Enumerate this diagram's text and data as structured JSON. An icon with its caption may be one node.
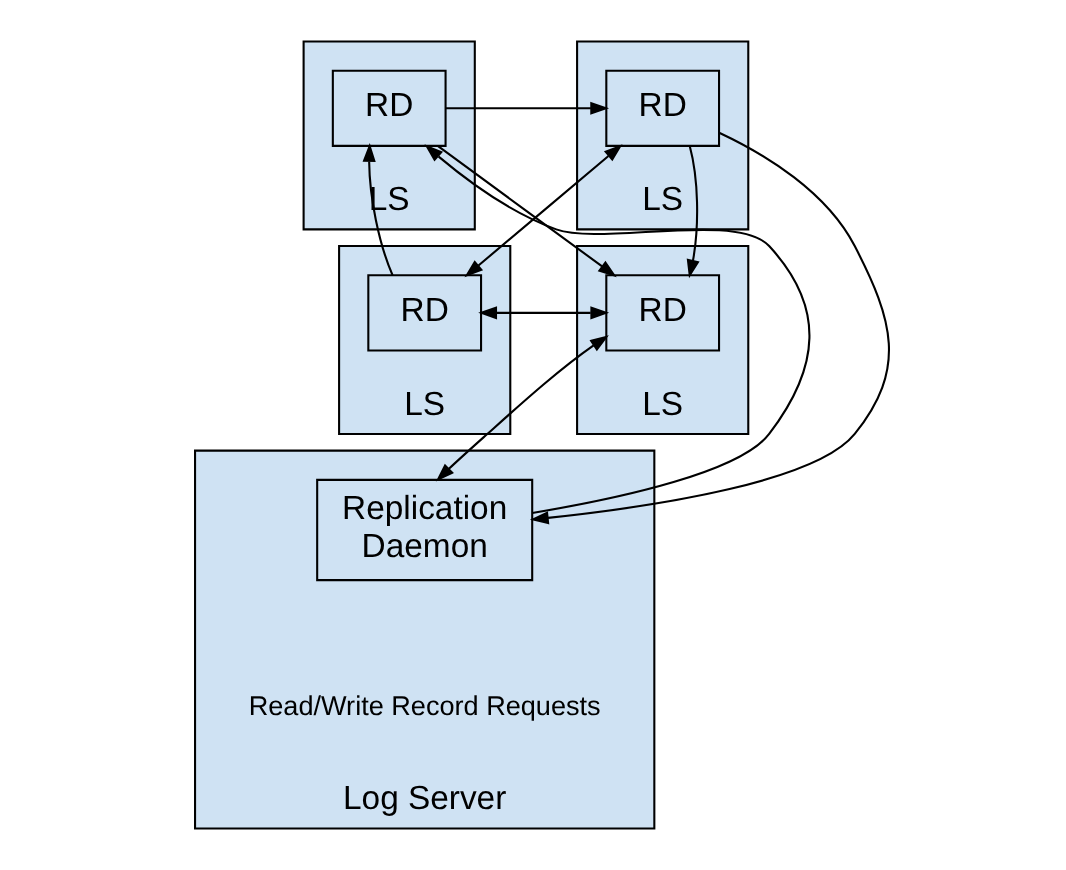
{
  "diagram": {
    "nodes": [
      {
        "text": [
          "LS"
        ]
      },
      {
        "text": [
          "RD"
        ],
        "in": 0
      },
      {
        "text": [
          "LS"
        ]
      },
      {
        "text": [
          "RD"
        ],
        "in": 2
      },
      {
        "text": [
          "LS"
        ]
      },
      {
        "text": [
          "RD"
        ],
        "in": 4
      },
      {
        "text": [
          "LS"
        ]
      },
      {
        "text": [
          "RD"
        ],
        "in": 6
      },
      {
        "text": [
          "Log Server"
        ]
      },
      {
        "text": [
          "Replication Daemon"
        ],
        "in": 8
      }
    ],
    "edges": [
      {
        "from": 5,
        "to": 1,
        "arrow": "to"
      },
      {
        "from": 1,
        "to": 3,
        "arrow": "to"
      },
      {
        "from": 1,
        "to": 7,
        "arrow": "to"
      },
      {
        "from": 5,
        "to": 3,
        "arrow": "both"
      },
      {
        "from": 3,
        "to": 7,
        "arrow": "to"
      },
      {
        "from": 5,
        "to": 7,
        "arrow": "both"
      },
      {
        "from": 3,
        "to": 9,
        "arrow": "to"
      },
      {
        "from": 9,
        "to": 1,
        "arrow": "to"
      },
      {
        "from": 9,
        "to": 7,
        "arrow": "both"
      }
    ],
    "labels": [
      "Read/Write Record Requests"
    ]
  }
}
